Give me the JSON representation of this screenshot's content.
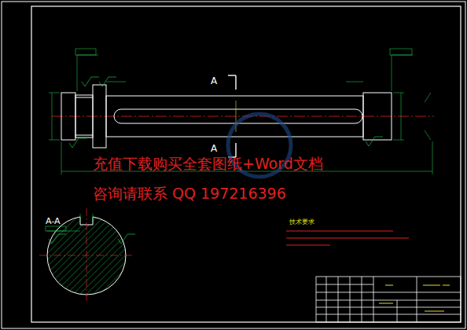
{
  "diagram": {
    "labels": [
      "A",
      "A",
      "A-A",
      "充值下载购买全套图纸+Word文档",
      "咨询请联系 QQ 197216396",
      "技术要求"
    ]
  }
}
